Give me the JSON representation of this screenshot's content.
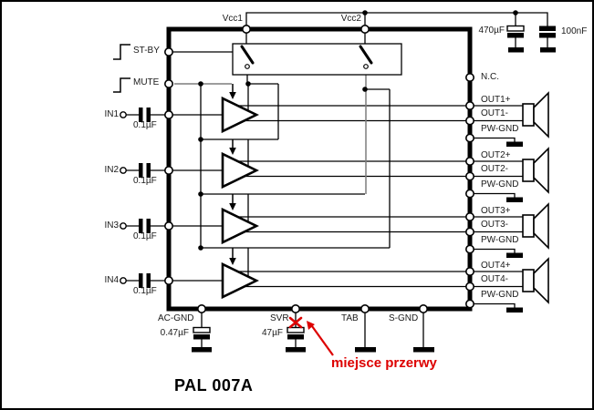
{
  "diagram": {
    "title": "PAL 007A",
    "top": {
      "vcc1": "Vcc1",
      "vcc2": "Vcc2",
      "bulk_cap": "470µF",
      "bypass_cap": "100nF"
    },
    "control": {
      "standby": "ST-BY",
      "mute": "MUTE"
    },
    "inputs": [
      {
        "label": "IN1",
        "cap": "0.1µF"
      },
      {
        "label": "IN2",
        "cap": "0.1µF"
      },
      {
        "label": "IN3",
        "cap": "0.1µF"
      },
      {
        "label": "IN4",
        "cap": "0.1µF"
      }
    ],
    "right": {
      "nc": "N.C."
    },
    "channels": [
      {
        "out_p": "OUT1+",
        "out_n": "OUT1-",
        "gnd": "PW-GND"
      },
      {
        "out_p": "OUT2+",
        "out_n": "OUT2-",
        "gnd": "PW-GND"
      },
      {
        "out_p": "OUT3+",
        "out_n": "OUT3-",
        "gnd": "PW-GND"
      },
      {
        "out_p": "OUT4+",
        "out_n": "OUT4-",
        "gnd": "PW-GND"
      }
    ],
    "bottom": [
      {
        "label": "AC-GND",
        "cap": "0.47µF"
      },
      {
        "label": "SVR",
        "cap": "47µF"
      },
      {
        "label": "TAB"
      },
      {
        "label": "S-GND"
      }
    ],
    "annotation": {
      "text": "miejsce przerwy"
    },
    "colors": {
      "annotation": "#dd0000",
      "wire": "#000000",
      "wire_gray": "#7d7d7d"
    }
  }
}
